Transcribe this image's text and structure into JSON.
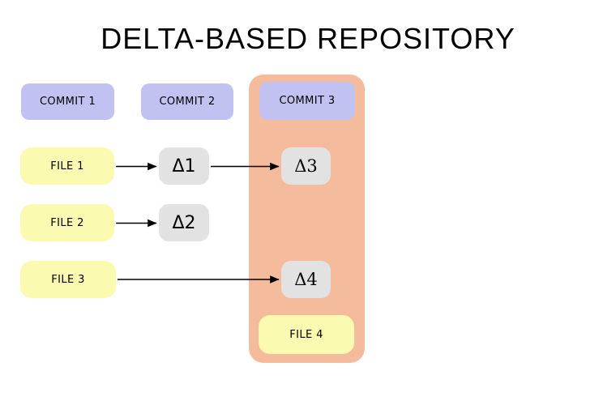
{
  "title": "DELTA-BASED REPOSITORY",
  "colors": {
    "commit_box": "#c2c2f2",
    "file_box": "#fafab0",
    "delta_box": "#e2e2e2",
    "commit3_container": "#f5bb9d",
    "arrow": "#000000",
    "text": "#000000",
    "background": "#ffffff"
  },
  "commits": [
    {
      "id": "commit-1",
      "label": "COMMIT 1"
    },
    {
      "id": "commit-2",
      "label": "COMMIT 2"
    },
    {
      "id": "commit-3",
      "label": "COMMIT 3"
    }
  ],
  "files": [
    {
      "id": "file-1",
      "label": "FILE 1"
    },
    {
      "id": "file-2",
      "label": "FILE 2"
    },
    {
      "id": "file-3",
      "label": "FILE 3"
    },
    {
      "id": "file-4",
      "label": "FILE 4"
    }
  ],
  "deltas": [
    {
      "id": "delta-1",
      "label": "Δ1"
    },
    {
      "id": "delta-2",
      "label": "Δ2"
    },
    {
      "id": "delta-3",
      "label": "Δ3"
    },
    {
      "id": "delta-4",
      "label": "Δ4"
    }
  ],
  "edges": [
    {
      "from": "file-1",
      "to": "delta-1"
    },
    {
      "from": "delta-1",
      "to": "delta-3"
    },
    {
      "from": "file-2",
      "to": "delta-2"
    },
    {
      "from": "file-3",
      "to": "delta-4"
    }
  ]
}
